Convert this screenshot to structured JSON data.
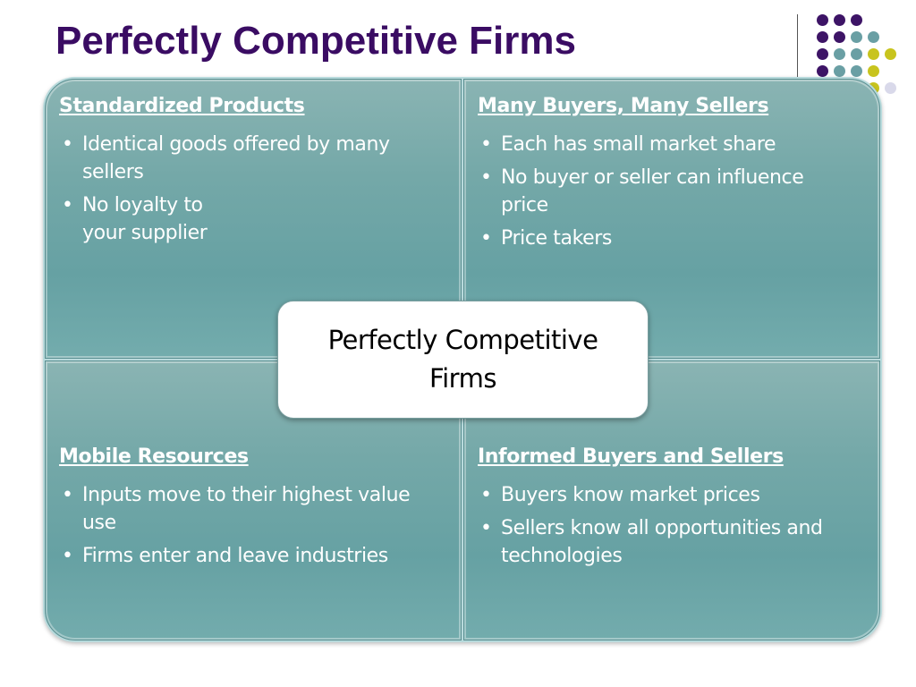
{
  "slide": {
    "title": "Perfectly Competitive Firms"
  },
  "center": {
    "text": "Perfectly Competitive Firms"
  },
  "quadrants": {
    "top_left": {
      "heading": "Standardized Products",
      "bullets": [
        "Identical goods offered by many sellers",
        "No loyalty to your supplier"
      ]
    },
    "top_right": {
      "heading": "Many Buyers, Many Sellers",
      "bullets": [
        "Each has small market share",
        "No buyer or seller can influence price",
        "Price takers"
      ]
    },
    "bottom_left": {
      "heading": "Mobile Resources",
      "bullets": [
        "Inputs move to their highest value use",
        "Firms enter and leave industries"
      ]
    },
    "bottom_right": {
      "heading": "Informed Buyers and Sellers",
      "bullets": [
        "Buyers know market prices",
        "Sellers know all opportunities and technologies"
      ]
    }
  },
  "colors": {
    "title": "#3a0c63",
    "dot_purple": "#3d1466",
    "dot_teal": "#6a9fa4",
    "dot_yellow": "#c8c41e",
    "dot_lavender": "#d9d9ea",
    "quadrant_fill": "#74a8a8"
  }
}
